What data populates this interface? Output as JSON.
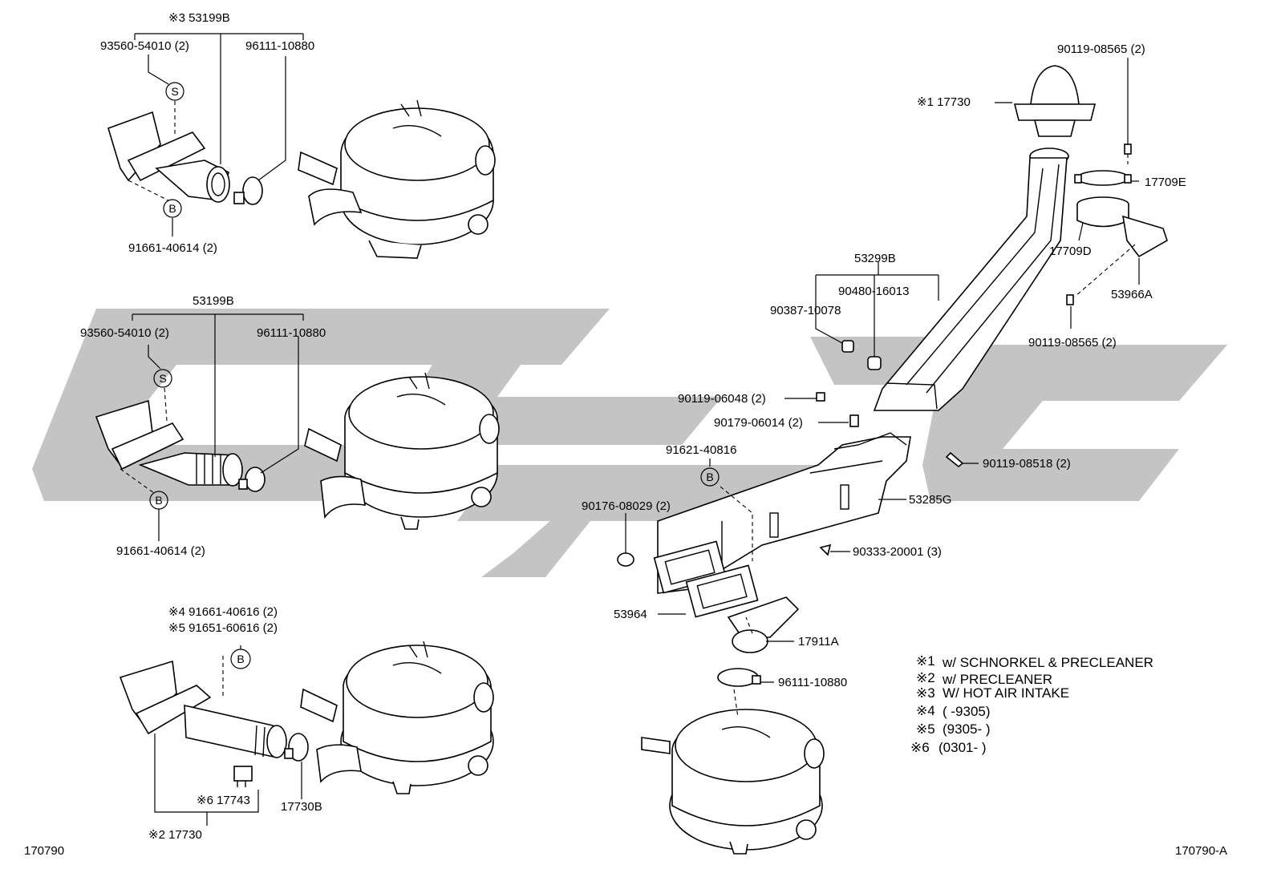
{
  "figure_id_left": "170790",
  "figure_id_right": "170790-A",
  "watermark_letters": [
    "c",
    "y",
    "s",
    "c"
  ],
  "colors": {
    "ink": "#000000",
    "watermark": "#c4c4c4",
    "background": "#ffffff"
  },
  "group_top": {
    "assembly": "※3 53199B",
    "screw": "93560-54010 (2)",
    "clamp": "96111-10880",
    "bolt": "91661-40614 (2)",
    "mark_s": "S",
    "mark_b": "B"
  },
  "group_middle": {
    "assembly": "53199B",
    "screw": "93560-54010 (2)",
    "clamp": "96111-10880",
    "bolt": "91661-40614 (2)",
    "mark_s": "S",
    "mark_b": "B"
  },
  "group_bottom": {
    "bolt_a": "※4  91661-40616 (2)",
    "bolt_b": "※5  91651-60616 (2)",
    "mark_b": "B",
    "resonator": "※6 17743",
    "hose": "※2 17730",
    "hose_b": "17730B"
  },
  "group_right": {
    "snorkel_cap": "※1 17730",
    "bolt_top": "90119-08565 (2)",
    "clamp_e": "17709E",
    "clamp_d": "17709D",
    "bracket": "53966A",
    "bolt_mid": "90119-08565 (2)",
    "snorkel_assy": "53299B",
    "grommet_a": "90480-16013",
    "grommet_b": "90387-10078",
    "screw_a": "90119-06048 (2)",
    "nut": "90179-06014 (2)",
    "bolt_b": "91621-40816",
    "mark_b": "B",
    "bolt_c": "90119-08518 (2)",
    "duct": "53285G",
    "grommet_c": "90176-08029 (2)",
    "clip": "90333-20001 (3)",
    "gasket": "53964",
    "inlet": "17911A",
    "clamp": "96111-10880"
  },
  "notes": [
    {
      "mark": "※1",
      "text": "w/ SCHNORKEL & PRECLEANER"
    },
    {
      "mark": "※2",
      "text": "w/ PRECLEANER"
    },
    {
      "mark": "※3",
      "text": "W/ HOT AIR INTAKE"
    },
    {
      "mark": "※4",
      "text": "(         -9305)"
    },
    {
      "mark": "※5",
      "text": "(9305-         )"
    },
    {
      "mark": "※6",
      "text": "(0301-         )"
    }
  ]
}
